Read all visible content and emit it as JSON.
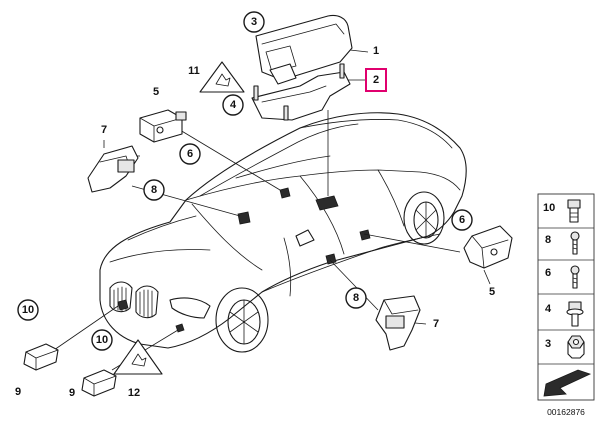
{
  "diagram": {
    "callouts": [
      {
        "id": "c3-top",
        "label": "3"
      },
      {
        "id": "c4-top",
        "label": "4"
      },
      {
        "id": "c6-left",
        "label": "6"
      },
      {
        "id": "c8-left",
        "label": "8"
      },
      {
        "id": "c6-right",
        "label": "6"
      },
      {
        "id": "c8-bottom",
        "label": "8"
      },
      {
        "id": "c10-left",
        "label": "10"
      },
      {
        "id": "c10-mid",
        "label": "10"
      }
    ],
    "plain_labels": [
      {
        "id": "l1",
        "label": "1"
      },
      {
        "id": "l11",
        "label": "11"
      },
      {
        "id": "l5-left",
        "label": "5"
      },
      {
        "id": "l7-left",
        "label": "7"
      },
      {
        "id": "l5-right",
        "label": "5"
      },
      {
        "id": "l7-bottom",
        "label": "7"
      },
      {
        "id": "l9-left",
        "label": "9"
      },
      {
        "id": "l9-mid",
        "label": "9"
      },
      {
        "id": "l12",
        "label": "12"
      }
    ],
    "highlighted_label": "2",
    "document_number": "00162876",
    "colors": {
      "highlight": "#e0006e",
      "line": "#1a1a1a"
    }
  },
  "legend": {
    "items": [
      {
        "label": "10",
        "icon": "sleeve-bolt-icon"
      },
      {
        "label": "8",
        "icon": "screw-icon"
      },
      {
        "label": "6",
        "icon": "screw-icon"
      },
      {
        "label": "4",
        "icon": "flange-bolt-icon"
      },
      {
        "label": "3",
        "icon": "hex-nut-icon"
      }
    ],
    "footer_icon": "arrow-icon"
  }
}
